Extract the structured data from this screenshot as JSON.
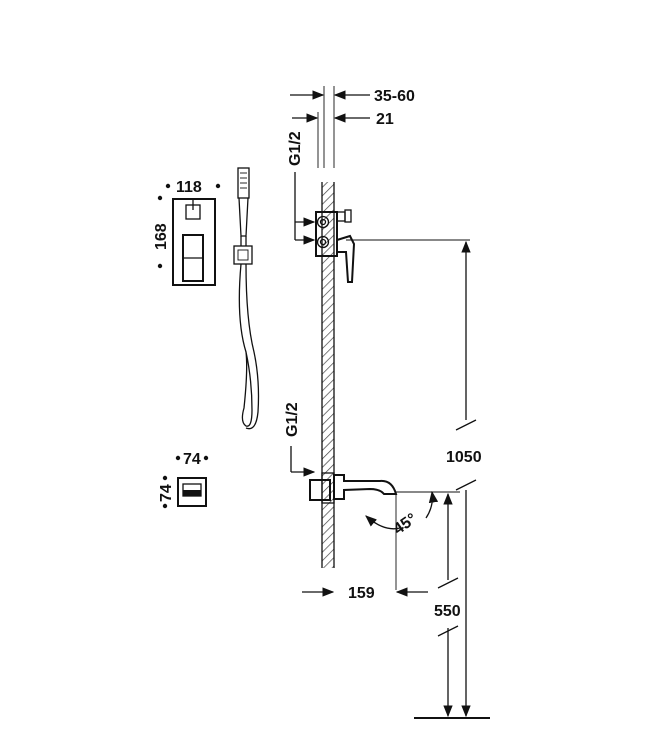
{
  "dimensions": {
    "wall_offset": "35-60",
    "box_depth": "21",
    "thread_top": "G1/2",
    "thread_bottom": "G1/2",
    "plate_width": "118",
    "plate_height": "168",
    "small_plate_width": "74",
    "small_plate_height": "74",
    "spout_length": "159",
    "height_mixer": "1050",
    "height_spout": "550",
    "spout_angle": "45°"
  },
  "colors": {
    "line": "#111111",
    "hatch": "#444444",
    "background": "#ffffff"
  }
}
